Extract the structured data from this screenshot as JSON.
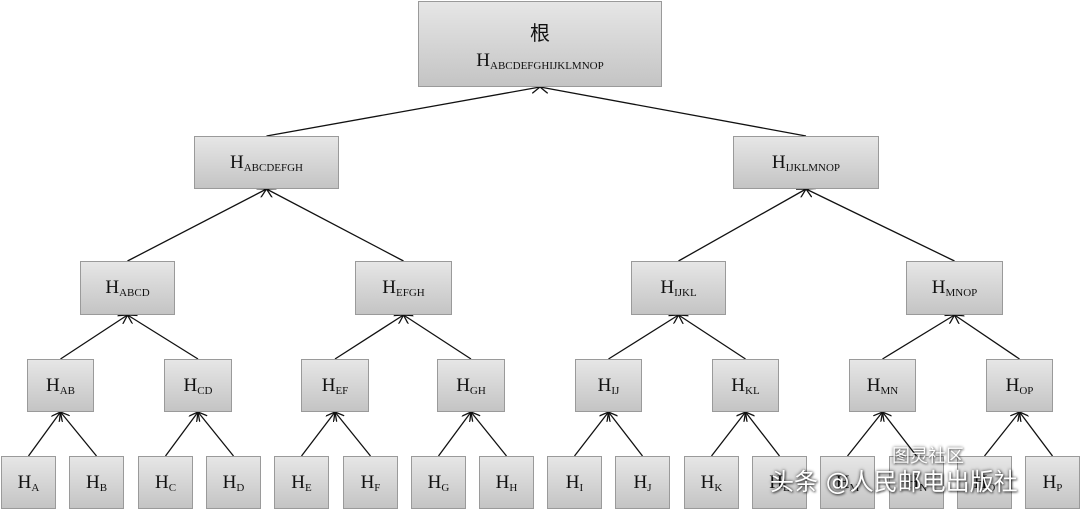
{
  "root": {
    "title": "根",
    "label": "H",
    "sub": "ABCDEFGHIJKLMNOP"
  },
  "level1": [
    {
      "label": "H",
      "sub": "ABCDEFGH"
    },
    {
      "label": "H",
      "sub": "IJKLMNOP"
    }
  ],
  "level2": [
    {
      "label": "H",
      "sub": "ABCD"
    },
    {
      "label": "H",
      "sub": "EFGH"
    },
    {
      "label": "H",
      "sub": "IJKL"
    },
    {
      "label": "H",
      "sub": "MNOP"
    }
  ],
  "level3": [
    {
      "label": "H",
      "sub": "AB"
    },
    {
      "label": "H",
      "sub": "CD"
    },
    {
      "label": "H",
      "sub": "EF"
    },
    {
      "label": "H",
      "sub": "GH"
    },
    {
      "label": "H",
      "sub": "IJ"
    },
    {
      "label": "H",
      "sub": "KL"
    },
    {
      "label": "H",
      "sub": "MN"
    },
    {
      "label": "H",
      "sub": "OP"
    }
  ],
  "leaves": [
    {
      "label": "H",
      "sub": "A"
    },
    {
      "label": "H",
      "sub": "B"
    },
    {
      "label": "H",
      "sub": "C"
    },
    {
      "label": "H",
      "sub": "D"
    },
    {
      "label": "H",
      "sub": "E"
    },
    {
      "label": "H",
      "sub": "F"
    },
    {
      "label": "H",
      "sub": "G"
    },
    {
      "label": "H",
      "sub": "H"
    },
    {
      "label": "H",
      "sub": "I"
    },
    {
      "label": "H",
      "sub": "J"
    },
    {
      "label": "H",
      "sub": "K"
    },
    {
      "label": "H",
      "sub": "L"
    },
    {
      "label": "H",
      "sub": "M"
    },
    {
      "label": "H",
      "sub": "N"
    },
    {
      "label": "H",
      "sub": "O"
    },
    {
      "label": "H",
      "sub": "P"
    }
  ],
  "watermark": {
    "primary": "头条 @人民邮电出版社",
    "secondary": "图灵社区"
  }
}
